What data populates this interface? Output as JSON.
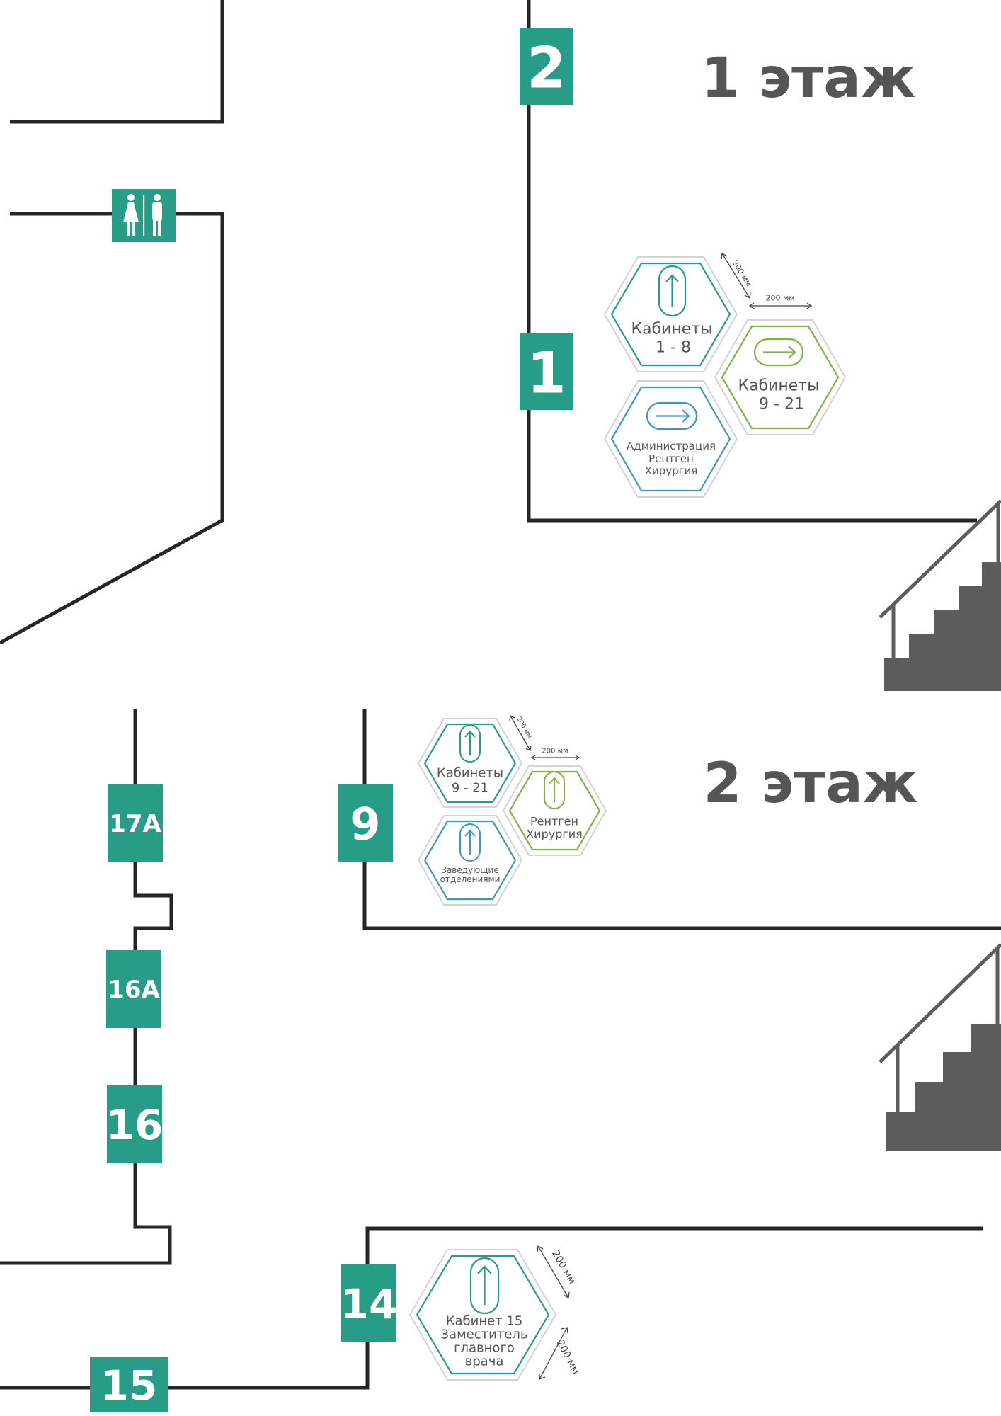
{
  "floors": {
    "floor1": "1 этаж",
    "floor2": "2 этаж"
  },
  "rooms": {
    "r2": "2",
    "r1": "1",
    "r17a": "17A",
    "r9": "9",
    "r16a": "16A",
    "r16": "16",
    "r14": "14",
    "r15": "15"
  },
  "icons": {
    "restroom": "restroom-icon",
    "stairs": "stairs-icon",
    "arrow_up": "arrow-up-icon",
    "arrow_right": "arrow-right-icon"
  },
  "signs": {
    "f1_a": {
      "line1": "Кабинеты",
      "line2": "1 - 8"
    },
    "f1_b": {
      "line1": "Кабинеты",
      "line2": "9 - 21"
    },
    "f1_c": {
      "line1": "Администрация",
      "line2": "Рентген",
      "line3": "Хирургия"
    },
    "f2_a": {
      "line1": "Кабинеты",
      "line2": "9 - 21"
    },
    "f2_b": {
      "line1": "Рентген",
      "line2": "Хирургия"
    },
    "f2_c": {
      "line1": "Заведующие",
      "line2": "отделениями"
    },
    "f3": {
      "line1": "Кабинет 15",
      "line2": "Заместитель",
      "line3": "главного",
      "line4": "врача"
    }
  },
  "dimensions": {
    "d1": "200 мм",
    "d2": "200 мм",
    "d3": "200 мм",
    "d4": "200 мм",
    "d5": "200 мм",
    "d6": "200 мм"
  },
  "colors": {
    "teal": "#279c87",
    "green": "#7db443",
    "blue": "#3d97c4",
    "wall": "#262626",
    "title": "#555555",
    "stairs": "#5c5c5c"
  }
}
